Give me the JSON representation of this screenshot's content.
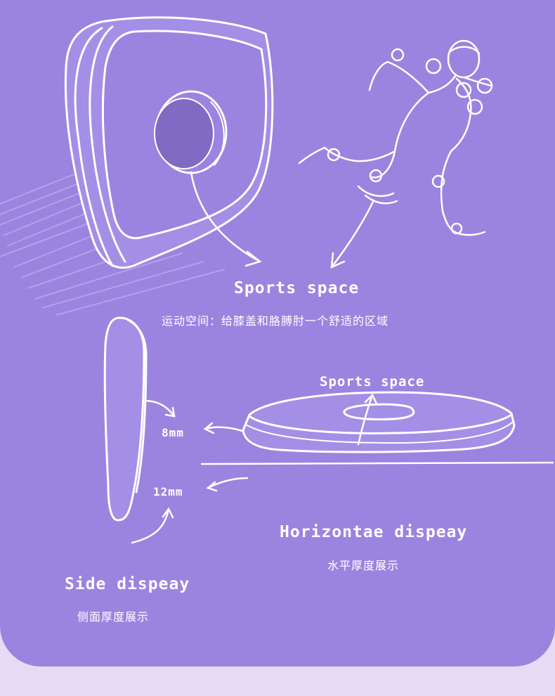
{
  "labels": {
    "sports_space_top": "Sports space",
    "sports_space_top_cn": "运动空间：给膝盖和胳膊肘一个舒适的区域",
    "sports_space_pad": "Sports space",
    "thickness_top": "8mm",
    "thickness_bottom": "12mm",
    "horizontal_display": "Horizontae dispeay",
    "horizontal_display_cn": "水平厚度展示",
    "side_display": "Side dispeay",
    "side_display_cn": "侧面厚度展示"
  },
  "colors": {
    "panel": "#9a84e0",
    "page": "#e7daf3",
    "stroke": "#ffffff",
    "pad_fill": "#a38fe6"
  }
}
